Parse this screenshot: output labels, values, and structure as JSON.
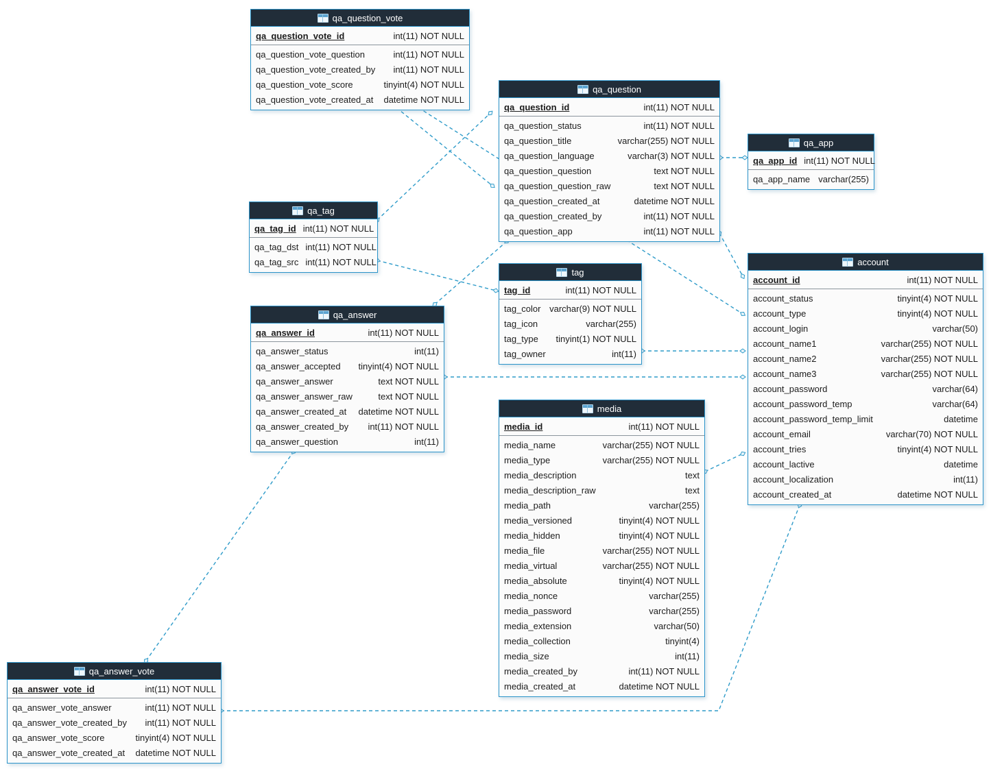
{
  "diagram": {
    "accent_color": "#2a93c9",
    "header_bg_color": "#212d39",
    "header_text_color": "#ffffff",
    "line_color": "#2e9bc9",
    "body_bg_color": "#fbfbfb"
  },
  "tables": [
    {
      "name": "qa_question_vote",
      "pk": {
        "name": "qa_question_vote_id",
        "type": "int(11) NOT NULL"
      },
      "fields": [
        {
          "name": "qa_question_vote_question",
          "type": "int(11) NOT NULL"
        },
        {
          "name": "qa_question_vote_created_by",
          "type": "int(11) NOT NULL"
        },
        {
          "name": "qa_question_vote_score",
          "type": "tinyint(4) NOT NULL"
        },
        {
          "name": "qa_question_vote_created_at",
          "type": "datetime NOT NULL"
        }
      ]
    },
    {
      "name": "qa_question",
      "pk": {
        "name": "qa_question_id",
        "type": "int(11) NOT NULL"
      },
      "fields": [
        {
          "name": "qa_question_status",
          "type": "int(11) NOT NULL"
        },
        {
          "name": "qa_question_title",
          "type": "varchar(255) NOT NULL"
        },
        {
          "name": "qa_question_language",
          "type": "varchar(3) NOT NULL"
        },
        {
          "name": "qa_question_question",
          "type": "text NOT NULL"
        },
        {
          "name": "qa_question_question_raw",
          "type": "text NOT NULL"
        },
        {
          "name": "qa_question_created_at",
          "type": "datetime NOT NULL"
        },
        {
          "name": "qa_question_created_by",
          "type": "int(11) NOT NULL"
        },
        {
          "name": "qa_question_app",
          "type": "int(11) NOT NULL"
        }
      ]
    },
    {
      "name": "qa_app",
      "pk": {
        "name": "qa_app_id",
        "type": "int(11) NOT NULL"
      },
      "fields": [
        {
          "name": "qa_app_name",
          "type": "varchar(255)"
        }
      ]
    },
    {
      "name": "qa_tag",
      "pk": {
        "name": "qa_tag_id",
        "type": "int(11) NOT NULL"
      },
      "fields": [
        {
          "name": "qa_tag_dst",
          "type": "int(11) NOT NULL"
        },
        {
          "name": "qa_tag_src",
          "type": "int(11) NOT NULL"
        }
      ]
    },
    {
      "name": "tag",
      "pk": {
        "name": "tag_id",
        "type": "int(11) NOT NULL"
      },
      "fields": [
        {
          "name": "tag_color",
          "type": "varchar(9) NOT NULL"
        },
        {
          "name": "tag_icon",
          "type": "varchar(255)"
        },
        {
          "name": "tag_type",
          "type": "tinyint(1) NOT NULL"
        },
        {
          "name": "tag_owner",
          "type": "int(11)"
        }
      ]
    },
    {
      "name": "qa_answer",
      "pk": {
        "name": "qa_answer_id",
        "type": "int(11) NOT NULL"
      },
      "fields": [
        {
          "name": "qa_answer_status",
          "type": "int(11)"
        },
        {
          "name": "qa_answer_accepted",
          "type": "tinyint(4) NOT NULL"
        },
        {
          "name": "qa_answer_answer",
          "type": "text NOT NULL"
        },
        {
          "name": "qa_answer_answer_raw",
          "type": "text NOT NULL"
        },
        {
          "name": "qa_answer_created_at",
          "type": "datetime NOT NULL"
        },
        {
          "name": "qa_answer_created_by",
          "type": "int(11) NOT NULL"
        },
        {
          "name": "qa_answer_question",
          "type": "int(11)"
        }
      ]
    },
    {
      "name": "account",
      "pk": {
        "name": "account_id",
        "type": "int(11) NOT NULL"
      },
      "fields": [
        {
          "name": "account_status",
          "type": "tinyint(4) NOT NULL"
        },
        {
          "name": "account_type",
          "type": "tinyint(4) NOT NULL"
        },
        {
          "name": "account_login",
          "type": "varchar(50)"
        },
        {
          "name": "account_name1",
          "type": "varchar(255) NOT NULL"
        },
        {
          "name": "account_name2",
          "type": "varchar(255) NOT NULL"
        },
        {
          "name": "account_name3",
          "type": "varchar(255) NOT NULL"
        },
        {
          "name": "account_password",
          "type": "varchar(64)"
        },
        {
          "name": "account_password_temp",
          "type": "varchar(64)"
        },
        {
          "name": "account_password_temp_limit",
          "type": "datetime"
        },
        {
          "name": "account_email",
          "type": "varchar(70) NOT NULL"
        },
        {
          "name": "account_tries",
          "type": "tinyint(4) NOT NULL"
        },
        {
          "name": "account_lactive",
          "type": "datetime"
        },
        {
          "name": "account_localization",
          "type": "int(11)"
        },
        {
          "name": "account_created_at",
          "type": "datetime NOT NULL"
        }
      ]
    },
    {
      "name": "media",
      "pk": {
        "name": "media_id",
        "type": "int(11) NOT NULL"
      },
      "fields": [
        {
          "name": "media_name",
          "type": "varchar(255) NOT NULL"
        },
        {
          "name": "media_type",
          "type": "varchar(255) NOT NULL"
        },
        {
          "name": "media_description",
          "type": "text"
        },
        {
          "name": "media_description_raw",
          "type": "text"
        },
        {
          "name": "media_path",
          "type": "varchar(255)"
        },
        {
          "name": "media_versioned",
          "type": "tinyint(4) NOT NULL"
        },
        {
          "name": "media_hidden",
          "type": "tinyint(4) NOT NULL"
        },
        {
          "name": "media_file",
          "type": "varchar(255) NOT NULL"
        },
        {
          "name": "media_virtual",
          "type": "varchar(255) NOT NULL"
        },
        {
          "name": "media_absolute",
          "type": "tinyint(4) NOT NULL"
        },
        {
          "name": "media_nonce",
          "type": "varchar(255)"
        },
        {
          "name": "media_password",
          "type": "varchar(255)"
        },
        {
          "name": "media_extension",
          "type": "varchar(50)"
        },
        {
          "name": "media_collection",
          "type": "tinyint(4)"
        },
        {
          "name": "media_size",
          "type": "int(11)"
        },
        {
          "name": "media_created_by",
          "type": "int(11) NOT NULL"
        },
        {
          "name": "media_created_at",
          "type": "datetime NOT NULL"
        }
      ]
    },
    {
      "name": "qa_answer_vote",
      "pk": {
        "name": "qa_answer_vote_id",
        "type": "int(11) NOT NULL"
      },
      "fields": [
        {
          "name": "qa_answer_vote_answer",
          "type": "int(11) NOT NULL"
        },
        {
          "name": "qa_answer_vote_created_by",
          "type": "int(11) NOT NULL"
        },
        {
          "name": "qa_answer_vote_score",
          "type": "tinyint(4) NOT NULL"
        },
        {
          "name": "qa_answer_vote_created_at",
          "type": "datetime NOT NULL"
        }
      ]
    }
  ],
  "connections": [
    {
      "from": "qa_question_vote",
      "to": "qa_question"
    },
    {
      "from": "qa_question_vote",
      "to": "account"
    },
    {
      "from": "qa_question",
      "to": "qa_app"
    },
    {
      "from": "qa_question",
      "to": "account"
    },
    {
      "from": "qa_tag",
      "to": "qa_question"
    },
    {
      "from": "qa_tag",
      "to": "tag"
    },
    {
      "from": "qa_answer",
      "to": "qa_question"
    },
    {
      "from": "tag",
      "to": "account"
    },
    {
      "from": "qa_answer",
      "to": "account"
    },
    {
      "from": "media",
      "to": "account"
    },
    {
      "from": "qa_answer_vote",
      "to": "qa_answer"
    },
    {
      "from": "qa_answer_vote",
      "to": "account"
    }
  ]
}
